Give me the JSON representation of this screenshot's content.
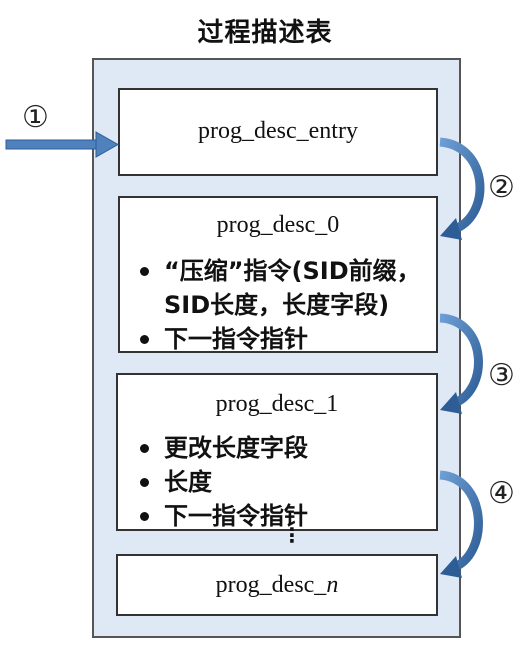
{
  "title": "过程描述表",
  "markers": [
    "①",
    "②",
    "③",
    "④"
  ],
  "boxes": [
    {
      "title": "prog_desc_entry"
    },
    {
      "title": "prog_desc_0",
      "bullets": [
        "“压缩”指令(SID前缀，",
        "SID长度，长度字段)",
        "下一指令指针"
      ]
    },
    {
      "title": "prog_desc_1",
      "bullets": [
        "更改长度字段",
        "长度",
        "下一指令指针"
      ]
    },
    {
      "title_prefix": "prog_desc_",
      "title_italic": "n"
    }
  ],
  "ellipsis": "⋮",
  "colors": {
    "panel": "#dfe9f5",
    "arrow": "#4f81bd",
    "arrow_dark": "#2e5d96"
  }
}
